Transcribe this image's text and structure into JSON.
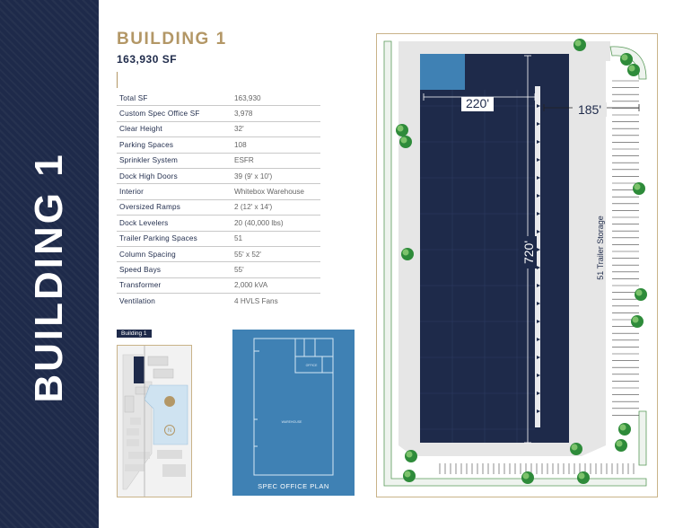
{
  "sidebar": {
    "title": "BUILDING 1"
  },
  "header": {
    "title": "BUILDING 1",
    "square_feet": "163,930 SF"
  },
  "specs": [
    {
      "label": "Total SF",
      "value": "163,930"
    },
    {
      "label": "Custom Spec Office SF",
      "value": "3,978"
    },
    {
      "label": "Clear Height",
      "value": "32'"
    },
    {
      "label": "Parking Spaces",
      "value": "108"
    },
    {
      "label": "Sprinkler System",
      "value": "ESFR"
    },
    {
      "label": "Dock High Doors",
      "value": "39 (9' x 10')"
    },
    {
      "label": "Interior",
      "value": "Whitebox Warehouse"
    },
    {
      "label": "Oversized Ramps",
      "value": "2 (12' x 14')"
    },
    {
      "label": "Dock Levelers",
      "value": "20 (40,000 lbs)"
    },
    {
      "label": "Trailer Parking Spaces",
      "value": "51"
    },
    {
      "label": "Column Spacing",
      "value": "55' x 52'"
    },
    {
      "label": "Speed Bays",
      "value": "55'"
    },
    {
      "label": "Transformer",
      "value": "2,000 kVA"
    },
    {
      "label": "Ventilation",
      "value": "4 HVLS Fans"
    }
  ],
  "key_map": {
    "label": "Building 1",
    "north_marker": "N"
  },
  "office_plan": {
    "caption": "SPEC OFFICE PLAN",
    "room_label": "OFFICE",
    "area_label": "WAREHOUSE"
  },
  "site_plan": {
    "width_dim": "220'",
    "yard_dim": "185'",
    "length_dim": "720'",
    "trailer_label": "51 Trailer Storage"
  },
  "colors": {
    "navy": "#1e2a4a",
    "gold": "#b39766",
    "office_blue": "#3f81b4",
    "tree_green": "#2e8b3a"
  }
}
